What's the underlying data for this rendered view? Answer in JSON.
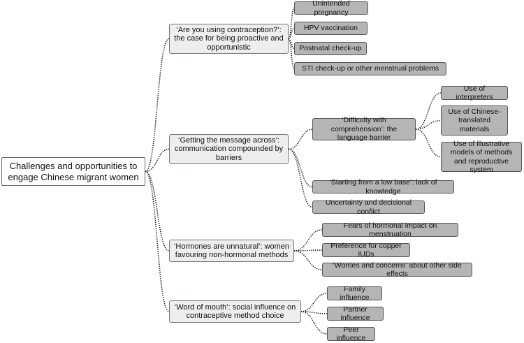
{
  "root": {
    "label": "Challenges and opportunities to engage Chinese migrant women"
  },
  "themes": [
    {
      "label": "‘Are you using contraception?’: the case for being proactive and opportunistic",
      "subthemes": [
        {
          "label": "Unintended pregnancy"
        },
        {
          "label": "HPV vaccination"
        },
        {
          "label": "Postnatal check-up"
        },
        {
          "label": "STI check-up or other menstrual problems"
        }
      ]
    },
    {
      "label": "‘Getting the message across’: communication compounded by barriers",
      "subthemes": [
        {
          "label": "‘Difficulty with comprehension’: the language barrier",
          "children": [
            {
              "label": "Use of interpreters"
            },
            {
              "label": "Use of Chinese-translated materials"
            },
            {
              "label": "Use of illustrative models of methods and reproductive system"
            }
          ]
        },
        {
          "label": "‘Starting from a low base’: lack of knowledge"
        },
        {
          "label": "Uncertainty and decisional conflict"
        }
      ]
    },
    {
      "label": "‘Hormones are unnatural’: women favouring non-hormonal methods",
      "subthemes": [
        {
          "label": "Fears of hormonal impact on menstruation"
        },
        {
          "label": "Preference for copper IUDs"
        },
        {
          "label": "‘Worries and concerns’ about other side effects"
        }
      ]
    },
    {
      "label": "‘Word of mouth’: social influence on contraceptive method choice",
      "subthemes": [
        {
          "label": "Family influence"
        },
        {
          "label": "Partner influence"
        },
        {
          "label": "Peer influence"
        }
      ]
    }
  ],
  "colors": {
    "connector": "#222222",
    "leaf_fill": "#b5b5b5",
    "theme_fill": "#eceef0"
  }
}
